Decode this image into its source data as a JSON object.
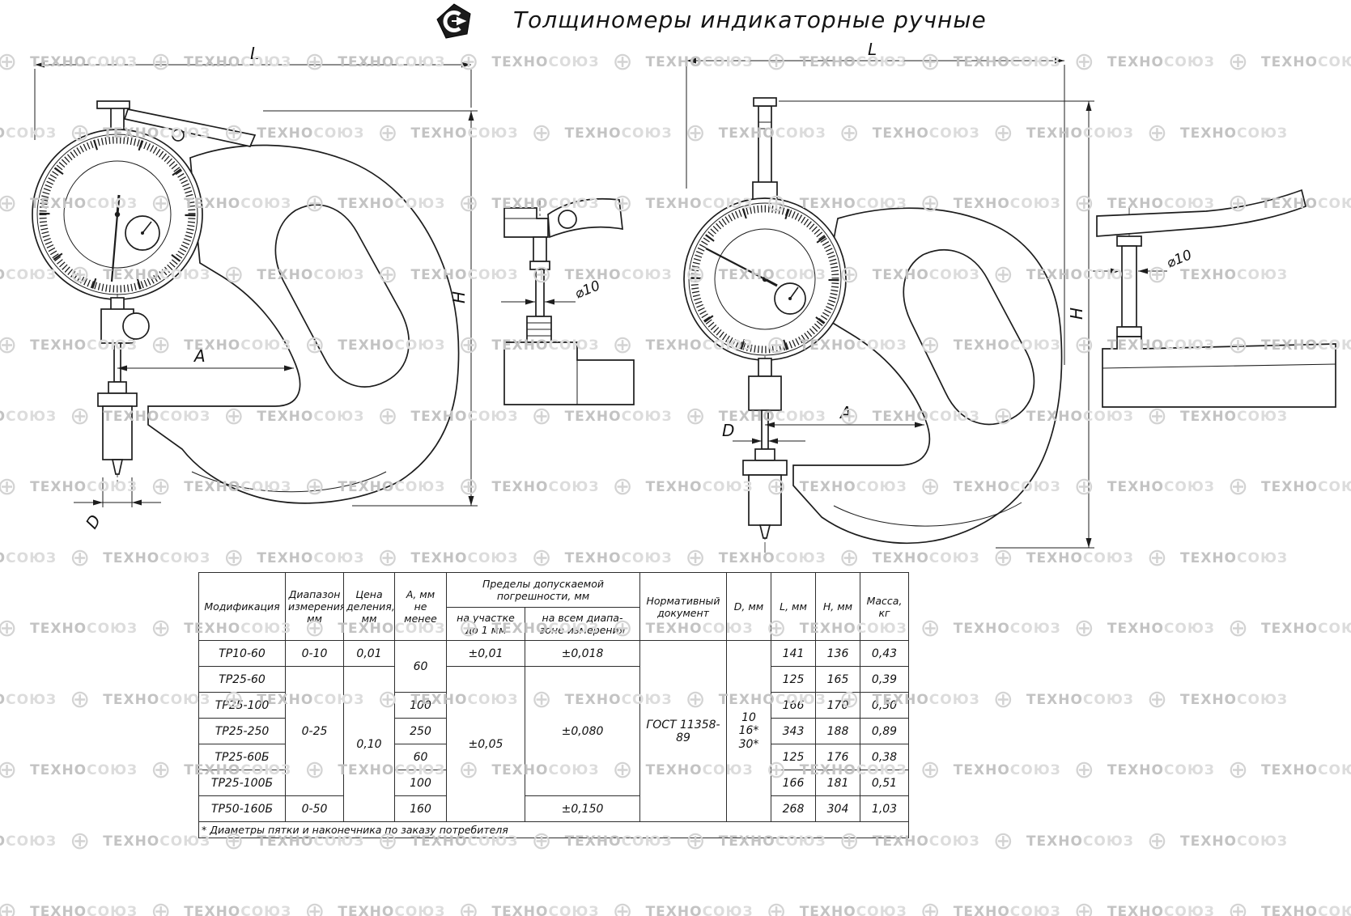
{
  "header": {
    "title": "Толщиномеры индикаторные ручные",
    "logo_letter": "C"
  },
  "watermark": {
    "text1": "ТЕХНО",
    "text2": "СОЮЗ",
    "globe_icon": "⊕"
  },
  "dims": {
    "L": "L",
    "H": "H",
    "A": "A",
    "D": "D",
    "d10": "⌀10"
  },
  "table": {
    "headers": {
      "modification": "Модификация",
      "range": "Диапазон\nизмерения,\nмм",
      "division": "Цена\nделения,\nмм",
      "a_min": "А, мм\nне менее",
      "error_group": "Пределы допускаемой погрешности, мм",
      "error_upto1": "на участке\nдо 1 мм",
      "error_full": "на всем диапа-\nзоне измерения",
      "document": "Нормативный\nдокумент",
      "d": "D, мм",
      "l": "L, мм",
      "h": "Н, мм",
      "mass": "Масса,\nкг"
    },
    "mods": [
      "ТР10-60",
      "ТР25-60",
      "ТР25-100",
      "ТР25-250",
      "ТР25-60Б",
      "ТР25-100Б",
      "ТР50-160Б"
    ],
    "range_1": "0-10",
    "range_2_6": "0-25",
    "range_7": "0-50",
    "division_1": "0,01",
    "division_2_7": "0,10",
    "a_1_2": "60",
    "a_3": "100",
    "a_4": "250",
    "a_5": "60",
    "a_6": "100",
    "a_7": "160",
    "err1_1": "±0,01",
    "err1_2_7": "±0,05",
    "errfull_1": "±0,018",
    "errfull_2_6": "±0,080",
    "errfull_7": "±0,150",
    "document": "ГОСТ 11358-89",
    "d_col": "10\n16*\n30*",
    "l": [
      "141",
      "125",
      "166",
      "343",
      "125",
      "166",
      "268"
    ],
    "h": [
      "136",
      "165",
      "170",
      "188",
      "176",
      "181",
      "304"
    ],
    "mass": [
      "0,43",
      "0,39",
      "0,50",
      "0,89",
      "0,38",
      "0,51",
      "1,03"
    ],
    "footnote": "* Диаметры пятки и наконечника по заказу потребителя"
  }
}
